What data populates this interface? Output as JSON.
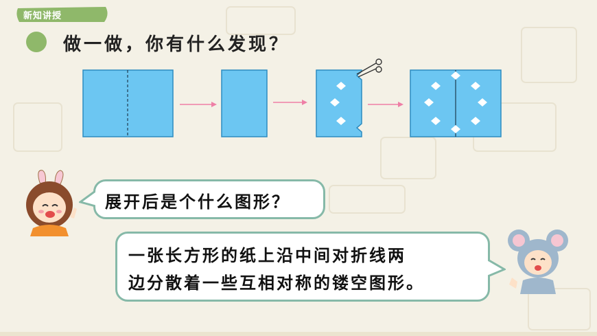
{
  "section": {
    "tag": "新知讲授"
  },
  "heading": "做一做，你有什么发现？",
  "question": "展开后是个什么图形？",
  "answer": {
    "line1": "一张长方形的纸上沿中间对折线两",
    "line2": "边分散着一些互相对称的镂空图形。"
  },
  "colors": {
    "background": "#f4f1e6",
    "paper": "#6cc6f2",
    "arrow": "#ee7fa6",
    "bubble_border": "#86b9a8",
    "tag": "#8fb86a"
  },
  "icons": [
    "scissors-icon",
    "girl-avatar",
    "mouse-avatar"
  ]
}
